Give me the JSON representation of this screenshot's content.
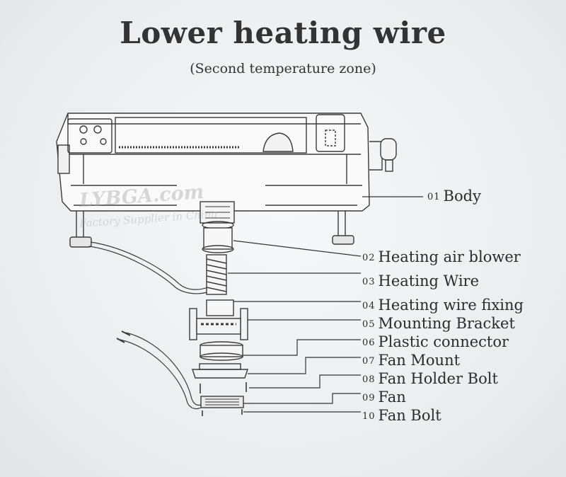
{
  "title": "Lower heating wire",
  "subtitle": "(Second temperature zone)",
  "watermark": {
    "brand": "LYBGA.com",
    "tagline": "Factory Supplier in China"
  },
  "parts": [
    {
      "num": "01",
      "label": "Body"
    },
    {
      "num": "02",
      "label": "Heating air blower"
    },
    {
      "num": "03",
      "label": "Heating Wire"
    },
    {
      "num": "04",
      "label": "Heating wire fixing"
    },
    {
      "num": "05",
      "label": "Mounting Bracket"
    },
    {
      "num": "06",
      "label": "Plastic connector"
    },
    {
      "num": "07",
      "label": "Fan Mount"
    },
    {
      "num": "08",
      "label": "Fan Holder Bolt"
    },
    {
      "num": "09",
      "label": "Fan"
    },
    {
      "num": "10",
      "label": "Fan Bolt"
    }
  ]
}
